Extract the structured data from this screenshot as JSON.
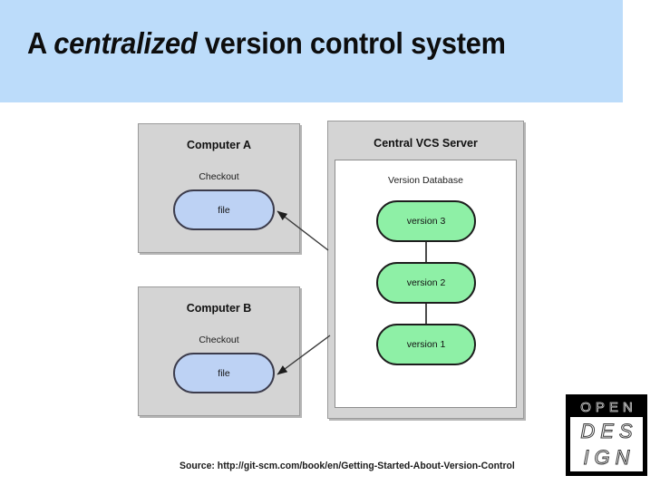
{
  "slide": {
    "title_prefix": "A ",
    "title_emphasis": "centralized",
    "title_suffix": " version control system",
    "title_full": "A centralized version control system",
    "background_color": "#ffffff",
    "title_bar_color": "#bcdcfa"
  },
  "diagram": {
    "computer_a": {
      "title": "Computer A",
      "subtitle": "Checkout",
      "file_label": "file",
      "panel_color": "#d4d4d4",
      "file_color": "#bdd2f4"
    },
    "computer_b": {
      "title": "Computer B",
      "subtitle": "Checkout",
      "file_label": "file",
      "panel_color": "#d4d4d4",
      "file_color": "#bdd2f4"
    },
    "server": {
      "title": "Central VCS Server",
      "database_label": "Version Database",
      "panel_color": "#d4d4d4",
      "database_color": "#ffffff",
      "version_color": "#8ef0a6",
      "versions": [
        {
          "label": "version 3"
        },
        {
          "label": "version 2"
        },
        {
          "label": "version 1"
        }
      ]
    },
    "arrows": [
      {
        "name": "server-to-computer-a",
        "from": "Central VCS Server",
        "to": "Computer A file"
      },
      {
        "name": "server-to-computer-b",
        "from": "Central VCS Server",
        "to": "Computer B file"
      }
    ]
  },
  "source": {
    "text": "Source: http://git-scm.com/book/en/Getting-Started-About-Version-Control"
  },
  "logo": {
    "line1": "OPEN",
    "line2": "DES",
    "line3": "IGN",
    "background_color": "#000000"
  }
}
